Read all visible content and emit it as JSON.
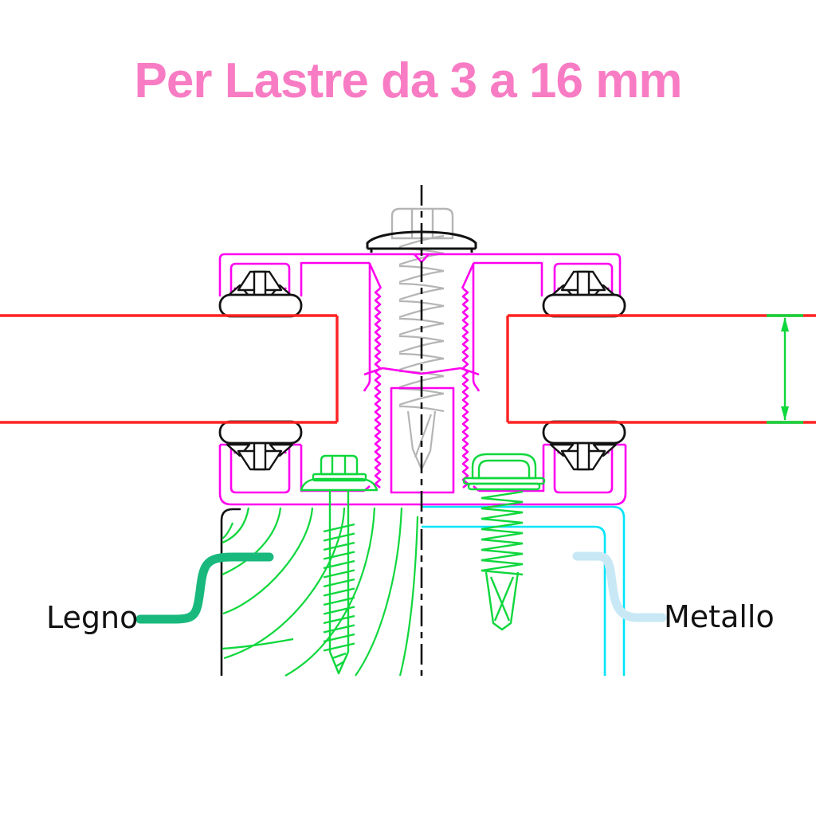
{
  "title": {
    "text": "Per Lastre da 3 a 16 mm"
  },
  "labels": {
    "wood": "Legno",
    "metal": "Metallo"
  },
  "colors": {
    "title_pink": "#F87CC4",
    "profile_magenta": "#FF00F0",
    "panel_red": "#FF2222",
    "screw_green": "#0FD73C",
    "wood_leader_green": "#19B97E",
    "metal_tube_cyan": "#00E4F8",
    "metal_leader_blue": "#C9E8F6",
    "cover_screw_gray": "#B5B5B5",
    "line_black": "#121212"
  },
  "parts": [
    "top-clamp-profile",
    "bottom-clamp-profile",
    "sheet-panel-left",
    "sheet-panel-right",
    "cover-screw",
    "dome-washer",
    "threaded-boss",
    "gaskets",
    "snap-clips",
    "wood-screw",
    "wood-base",
    "metal-screw",
    "metal-tube",
    "center-axis",
    "sheet-thickness-dimension-arrow",
    "wood-leader",
    "metal-leader"
  ]
}
